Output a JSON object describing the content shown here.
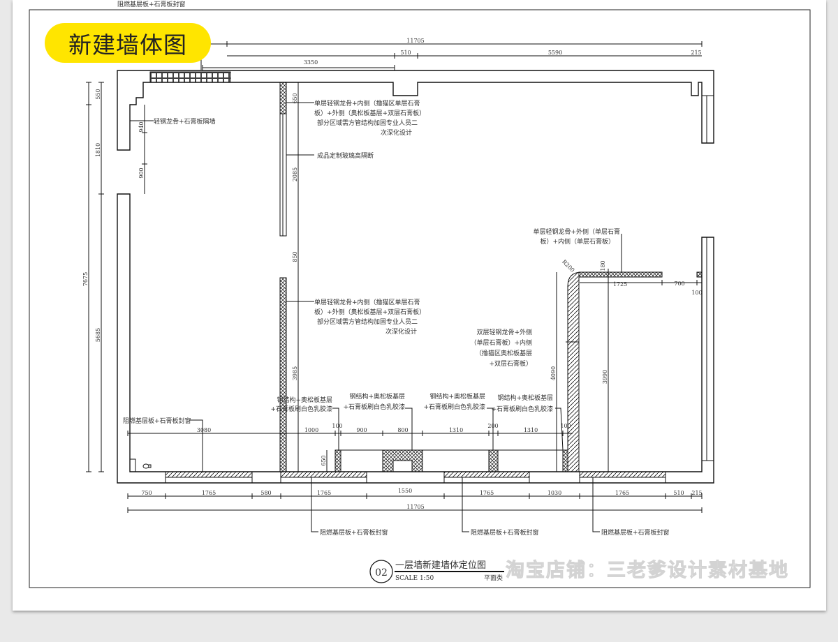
{
  "badge": {
    "title": "新建墙体图",
    "color": "#ffe500"
  },
  "watermark": "淘宝店铺：三老爹设计素材基地",
  "drawing": {
    "title": "一层墙新建墙体定位图",
    "number": "02",
    "scale": "SCALE 1:50",
    "type": "平面类"
  },
  "labels": {
    "top_window": "阻燃基层板+石膏板封窗",
    "left_partition": "轻钢龙骨+石膏板隔墙",
    "wall_upper": [
      "单层轻钢龙骨+内侧（撸猫区单层石膏",
      "板）+外侧（奥松板基层+双层石膏板）",
      "部分区域需方管结构加固专业人员二",
      "次深化设计"
    ],
    "glass": "成品定制玻璃高隔断",
    "wall_lower": [
      "单层轻钢龙骨+内侧（撸猫区单层石膏",
      "板）+外侧（奥松板基层+双层石膏板）",
      "部分区域需方管结构加固专业人员二",
      "次深化设计"
    ],
    "right_top": [
      "单层轻钢龙骨+外侧（单层石膏",
      "板）+内侧（单层石膏板）"
    ],
    "right_double": [
      "双层轻钢龙骨+外侧",
      "（单层石膏板）+内侧",
      "（撸猫区奥松板基层",
      "+双层石膏板）"
    ],
    "steel_1": [
      "钢结构+奥松板基层",
      "+石膏板刷白色乳胶漆"
    ],
    "steel_2": [
      "钢结构+奥松板基层",
      "+石膏板刷白色乳胶漆"
    ],
    "steel_3": [
      "钢结构+奥松板基层",
      "+石膏板刷白色乳胶漆"
    ],
    "steel_4": [
      "钢结构+奥松板基层",
      "+石膏板刷白色乳胶漆"
    ],
    "left_window": "阻燃基层板+石膏板封窗",
    "bottom_window_1": "阻燃基层板+石膏板封窗",
    "bottom_window_2": "阻燃基层板+石膏板封窗",
    "bottom_window_3": "阻燃基层板+石膏板封窗"
  },
  "dimensions": {
    "top_total": "11705",
    "top_510": "510",
    "top_5590": "5590",
    "top_215": "215",
    "top_3350": "3350",
    "left_550": "550",
    "left_1810": "1810",
    "left_7675": "7675",
    "left_5685": "5685",
    "left_940": "940",
    "left_900": "900",
    "wall_650": "650",
    "wall_2085": "2085",
    "wall_850": "850",
    "wall_3985": "3985",
    "mid_3080": "3080",
    "mid_1000": "1000",
    "mid_100a": "100",
    "mid_900": "900",
    "mid_800": "800",
    "mid_1310a": "1310",
    "mid_200": "200",
    "mid_1310b": "1310",
    "mid_100b": "100",
    "post_650": "650",
    "right_1725": "1725",
    "right_700": "700",
    "right_100": "100",
    "right_180": "180",
    "right_r200": "R200",
    "right_4090": "4090",
    "right_3990": "3990",
    "bottom": [
      "750",
      "1765",
      "580",
      "1765",
      "1550",
      "1765",
      "1030",
      "1765",
      "510",
      "215"
    ],
    "bottom_total": "11705"
  }
}
